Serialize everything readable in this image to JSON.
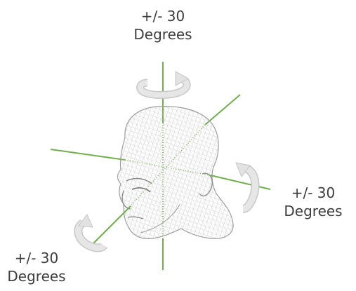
{
  "labels": {
    "top": {
      "value": "+/- 30",
      "unit": "Degrees"
    },
    "right": {
      "value": "+/- 30",
      "unit": "Degrees"
    },
    "left": {
      "value": "+/- 30",
      "unit": "Degrees"
    }
  },
  "colors": {
    "axis": "#6fb04a",
    "wireframe": "#b9b9b9",
    "arrow_fill": "#e3e3e3",
    "arrow_stroke": "#c8c8c8",
    "text": "#3d3d3d"
  }
}
